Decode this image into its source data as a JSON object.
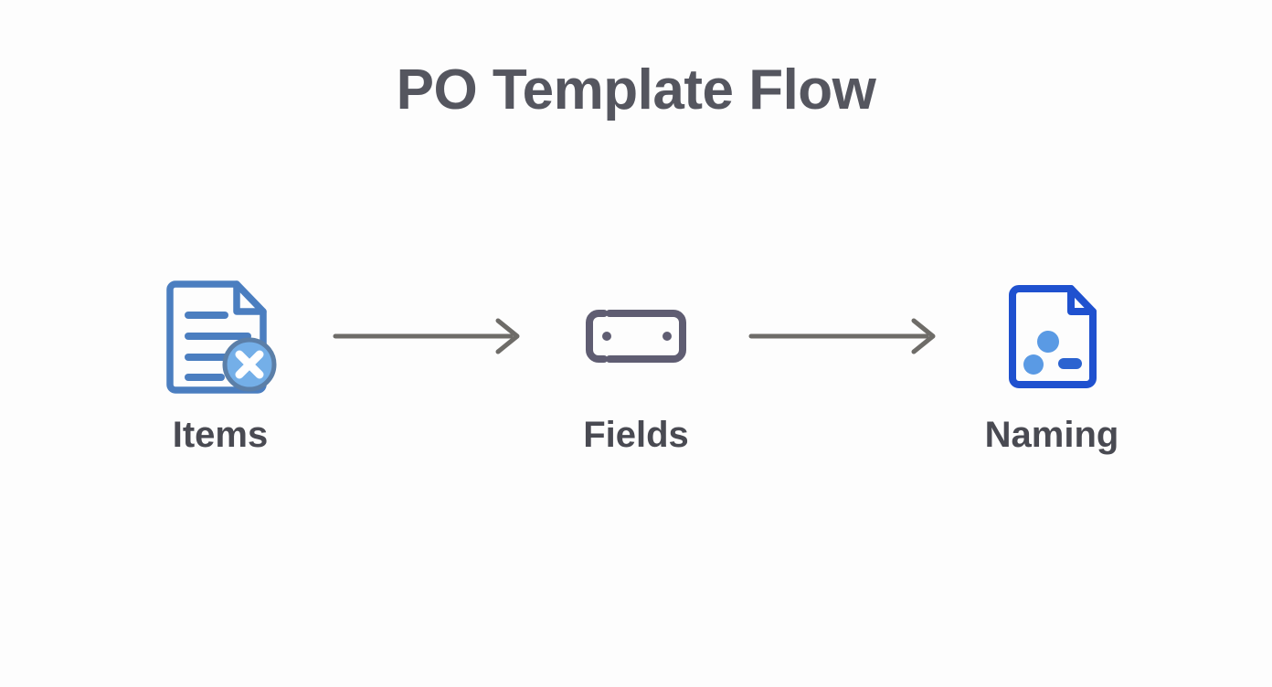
{
  "page": {
    "title": "PO Template Flow",
    "background_color": "#fdfdfd",
    "title_color": "#55565f",
    "label_color": "#494a52",
    "arrow_color": "#6e6c68"
  },
  "diagram": {
    "type": "horizontal-flow",
    "steps": [
      {
        "label": "Items",
        "icon": "document-remove-icon",
        "icon_colors": {
          "outline": "#4b7ec0",
          "lines": "#4b7ec0",
          "badge_fill": "#74afe8",
          "badge_ring": "#5b7fa8",
          "badge_mark": "#ffffff"
        },
        "icon_detail": "document with four text lines and a circular X badge"
      },
      {
        "label": "Fields",
        "icon": "form-field-icon",
        "icon_colors": {
          "outline": "#5f5d72",
          "dots": "#5f5d72"
        },
        "icon_detail": "rounded rectangle field with two dots and notched stroke"
      },
      {
        "label": "Naming",
        "icon": "document-tags-icon",
        "icon_colors": {
          "outline": "#1f51cf",
          "marks": "#5a9ae4"
        },
        "icon_detail": "document with folded corner containing two dots and a dash"
      }
    ],
    "connectors": [
      {
        "name": "arrow-items-to-fields",
        "from": "Items",
        "to": "Fields",
        "style": "line-with-chevron"
      },
      {
        "name": "arrow-fields-to-naming",
        "from": "Fields",
        "to": "Naming",
        "style": "line-with-chevron"
      }
    ]
  }
}
